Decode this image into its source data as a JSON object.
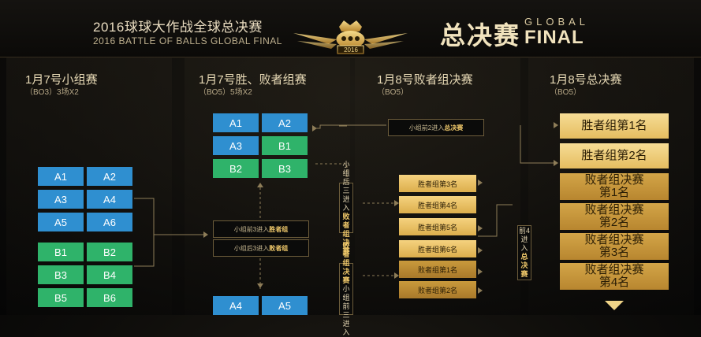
{
  "header": {
    "title_cn": "2016球球大作战全球总决赛",
    "title_en": "2016 BATTLE OF BALLS GLOBAL FINAL",
    "logo_text": "2016",
    "final_cn": "总决赛",
    "final_global": "GLOBAL",
    "final_en": "FINAL"
  },
  "columns": [
    {
      "title": "1月7号小组赛",
      "sub": "（BO3）3场X2"
    },
    {
      "title": "1月7号胜、败者组赛",
      "sub": "（BO5）5场X2"
    },
    {
      "title": "1月8号败者组决赛",
      "sub": "（BO5）"
    },
    {
      "title": "1月8号总决赛",
      "sub": "（BO5）"
    }
  ],
  "group_stage": {
    "a_left": [
      "A1",
      "A3",
      "A5"
    ],
    "a_right": [
      "A2",
      "A4",
      "A6"
    ],
    "b_left": [
      "B1",
      "B3",
      "B5"
    ],
    "b_right": [
      "B2",
      "B4",
      "B6"
    ]
  },
  "round2": {
    "top_left": [
      "A1",
      "A3",
      "B2"
    ],
    "top_right": [
      "A2",
      "B1",
      "B3"
    ],
    "bottom_left": [
      "A4"
    ],
    "bottom_right": [
      "A5"
    ],
    "note_winner_pre": "小组前3进入",
    "note_winner_hl": "胜者组",
    "note_loser_pre": "小组后3进入",
    "note_loser_hl": "败者组"
  },
  "round3": {
    "top_note_pre": "小组前2进入",
    "top_note_hl": "总决赛",
    "v_note1_pre": "小组后三进入",
    "v_note1_hl": "败者组决赛",
    "v_note2_pre": "",
    "v_note2_hl": "败者组决赛",
    "v_note2_post": "小组前三进入",
    "ranks": [
      "胜者组第3名",
      "胜者组第4名",
      "胜者组第5名",
      "胜者组第6名",
      "败者组第1名",
      "败者组第2名"
    ]
  },
  "round4": {
    "v_note_pre": "前4进入",
    "v_note_hl": "总决赛",
    "boxes": [
      "胜者组第1名",
      "胜者组第2名",
      "败者组决赛\n第1名",
      "败者组决赛\n第2名",
      "败者组决赛\n第3名",
      "败者组决赛\n第4名"
    ]
  }
}
